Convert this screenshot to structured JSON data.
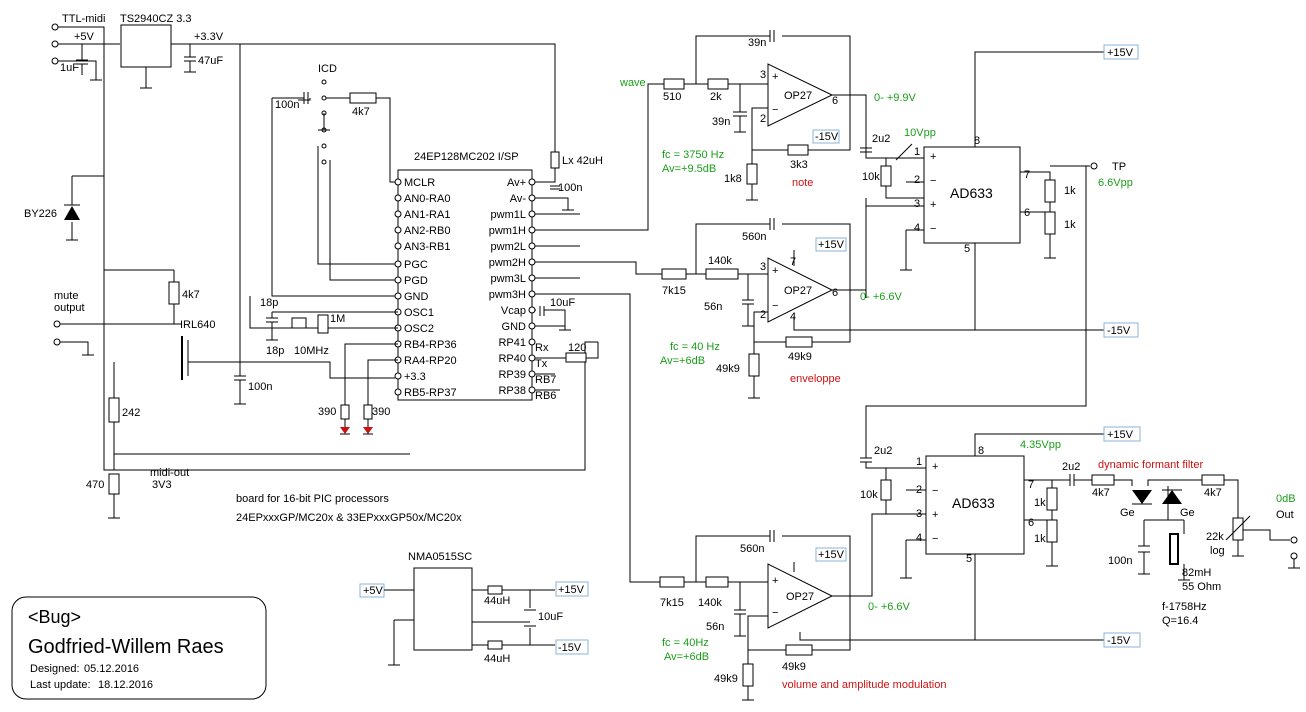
{
  "title_block": {
    "bug": "<Bug>",
    "author": "Godfried-Willem Raes",
    "designed_label": "Designed:",
    "designed_date": "05.12.2016",
    "update_label": "Last update:",
    "update_date": "18.12.2016"
  },
  "board": {
    "line1": "board for 16-bit PIC processors",
    "line2": "24EPxxxGP/MC20x & 33EPxxxGP50x/MC20x"
  },
  "power": {
    "ttl_midi": "TTL-midi",
    "p5v": "+5V",
    "regulator": "TS2940CZ 3.3",
    "p33v": "+3.3V",
    "c47": "47uF",
    "c1": "1uF",
    "diode": "BY226",
    "icd": "ICD",
    "c100n_a": "100n",
    "r4k7_icd": "4k7"
  },
  "mcu": {
    "name": "24EP128MC202 I/SP",
    "left_pins": [
      "MCLR",
      "AN0-RA0",
      "AN1-RA1",
      "AN2-RB0",
      "AN3-RB1",
      "PGC",
      "PGD",
      "GND",
      "OSC1",
      "OSC2",
      "RB4-RP36",
      "RA4-RP20",
      "+3.3",
      "RB5-RP37"
    ],
    "right_pins": [
      "Av+",
      "Av-",
      "pwm1L",
      "pwm1H",
      "pwm2L",
      "pwm2H",
      "pwm3L",
      "pwm3H",
      "Vcap",
      "GND",
      "RP41",
      "RP40",
      "RP39",
      "RP38"
    ],
    "side_labels": [
      "Rx",
      "Tx",
      "RB7",
      "RB6"
    ],
    "lx": "Lx  42uH",
    "c_av": "100n",
    "c_vcap": "10uF",
    "r120": "120",
    "xtal_c1": "18p",
    "xtal_c2": "18p",
    "xtal": "10MHz",
    "r1m": "1M",
    "r390a": "390",
    "r390b": "390"
  },
  "mute": {
    "label1": "mute",
    "label2": "output",
    "r4k7": "4k7",
    "fet": "IRL640",
    "r242": "242",
    "r470": "470",
    "c100n": "100n",
    "midi_out1": "midi-out",
    "midi_out2": "3V3"
  },
  "nma": {
    "name": "NMA0515SC",
    "in": "+5V",
    "l1": "44uH",
    "l2": "44uH",
    "c": "10uF",
    "out_p": "+15V",
    "out_n": "-15V"
  },
  "stage_wave": {
    "wave": "wave",
    "r510": "510",
    "r2k": "2k",
    "c39n_top": "39n",
    "c39n": "39n",
    "opamp": "OP27",
    "neg15": "-15V",
    "r3k3": "3k3",
    "r1k8": "1k8",
    "fc": "fc = 3750 Hz",
    "av": "Av=+9.5dB",
    "note": "note",
    "range": "0- +9.9V"
  },
  "stage_env": {
    "c560n": "560n",
    "r140k": "140k",
    "r7k15": "7k15",
    "c56n": "56n",
    "opamp": "OP27",
    "pos15": "+15V",
    "r49k9_fb": "49k9",
    "r49k9": "49k9",
    "fc": "fc = 40 Hz",
    "av": "Av=+6dB",
    "label": "enveloppe",
    "range": "0- +6.6V"
  },
  "stage_vol": {
    "c560n": "560n",
    "r7k15": "7k15",
    "r140k": "140k",
    "c56n": "56n",
    "opamp": "OP27",
    "pos15": "+15V",
    "r49k9_fb": "49k9",
    "r49k9": "49k9",
    "fc": "fc = 40Hz",
    "av": "Av=+6dB",
    "label": "volume and amplitude modulation",
    "range": "0- +6.6V",
    "neg15": "-15V"
  },
  "mult1": {
    "name": "AD633",
    "c2u2": "2u2",
    "vpp": "10Vpp",
    "r10k": "10k",
    "r1k_a": "1k",
    "r1k_b": "1k",
    "tp": "TP",
    "tp_vpp": "6.6Vpp",
    "pos15": "+15V",
    "neg15": "-15V"
  },
  "mult2": {
    "name": "AD633",
    "c2u2_in": "2u2",
    "vpp": "4.35Vpp",
    "r10k": "10k",
    "r1k_a": "1k",
    "r1k_b": "1k",
    "pos15": "+15V",
    "c2u2_out": "2u2"
  },
  "filter": {
    "title": "dynamic formant filter",
    "r4k7_a": "4k7",
    "r4k7_b": "4k7",
    "ge1": "Ge",
    "ge2": "Ge",
    "c100n": "100n",
    "l": "82mH",
    "l_ohm": "55 Ohm",
    "f": "f-1758Hz",
    "q": "Q=16.4",
    "pot": "22k",
    "pot_type": "log",
    "out_db": "0dB",
    "out": "Out"
  },
  "pin_numbers": {
    "p1": "1",
    "p2": "2",
    "p3": "3",
    "p4": "4",
    "p5": "5",
    "p6": "6",
    "p7": "7",
    "p8": "8"
  }
}
